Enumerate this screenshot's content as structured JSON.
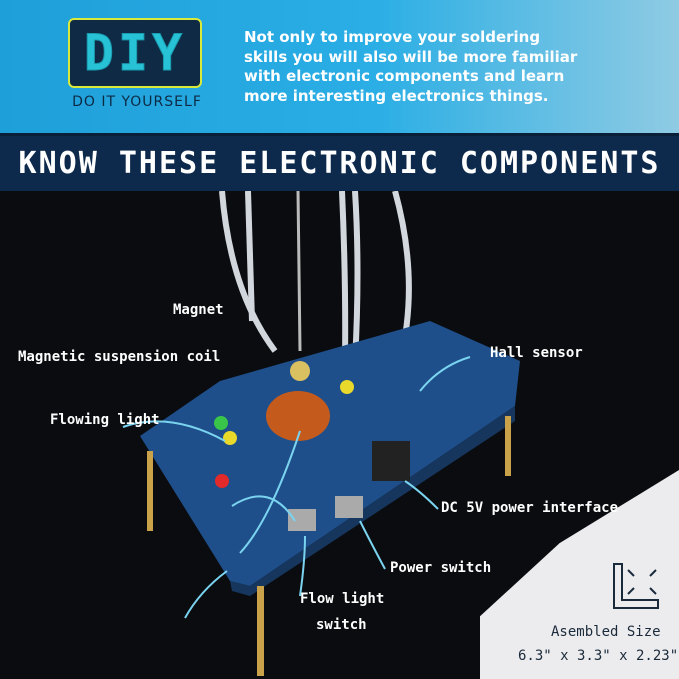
{
  "header": {
    "logo_text": "DIY",
    "logo_subtitle": "DO IT YOURSELF",
    "intro": "Not only to improve your soldering skills you will also will be more familiar with electronic components and learn more interesting electronics things."
  },
  "banner": {
    "title": "KNOW THESE ELECTRONIC COMPONENTS"
  },
  "labels": {
    "magnet": "Magnet",
    "coil": "Magnetic suspension coil",
    "flowing_light": "Flowing light",
    "hall_sensor": "Hall sensor",
    "dc_power": "DC 5V power interface",
    "power_switch": "Power switch",
    "flow_switch_1": "Flow light",
    "flow_switch_2": "switch"
  },
  "size": {
    "label": "Asembled Size",
    "value": "6.3\" x 3.3\" x 2.23\"",
    "icon": "ruler-resize-icon"
  },
  "colors": {
    "header_blue": "#2aaee5",
    "band": "#0d2a4c",
    "board": "#1f4f8a",
    "logo_border": "#d9ea3a"
  }
}
